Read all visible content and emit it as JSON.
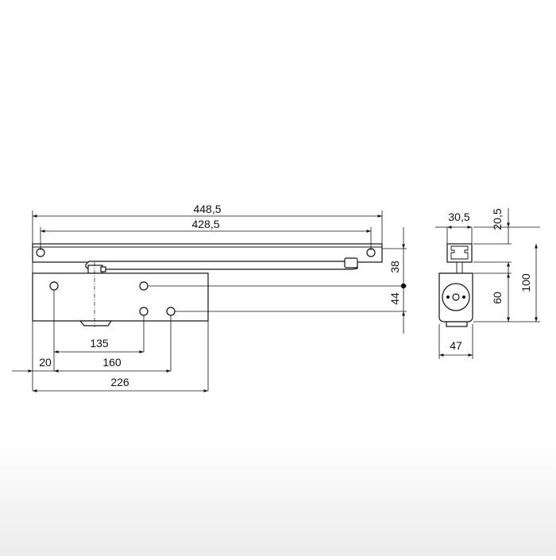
{
  "drawing": {
    "front_view": {
      "dimensions": {
        "arm_overall": "448,5",
        "arm_holes": "428,5",
        "height_arm": "38",
        "height_body": "44",
        "hole_135": "135",
        "hole_20": "20",
        "hole_160": "160",
        "body_length": "226"
      }
    },
    "side_view": {
      "dimensions": {
        "arm_width": "30,5",
        "arm_height": "20,5",
        "overall_height": "100",
        "body_height": "60",
        "body_width": "47"
      }
    },
    "colors": {
      "line": "#111111",
      "background": "#ffffff",
      "footer_gradient": "#ebebeb"
    }
  }
}
